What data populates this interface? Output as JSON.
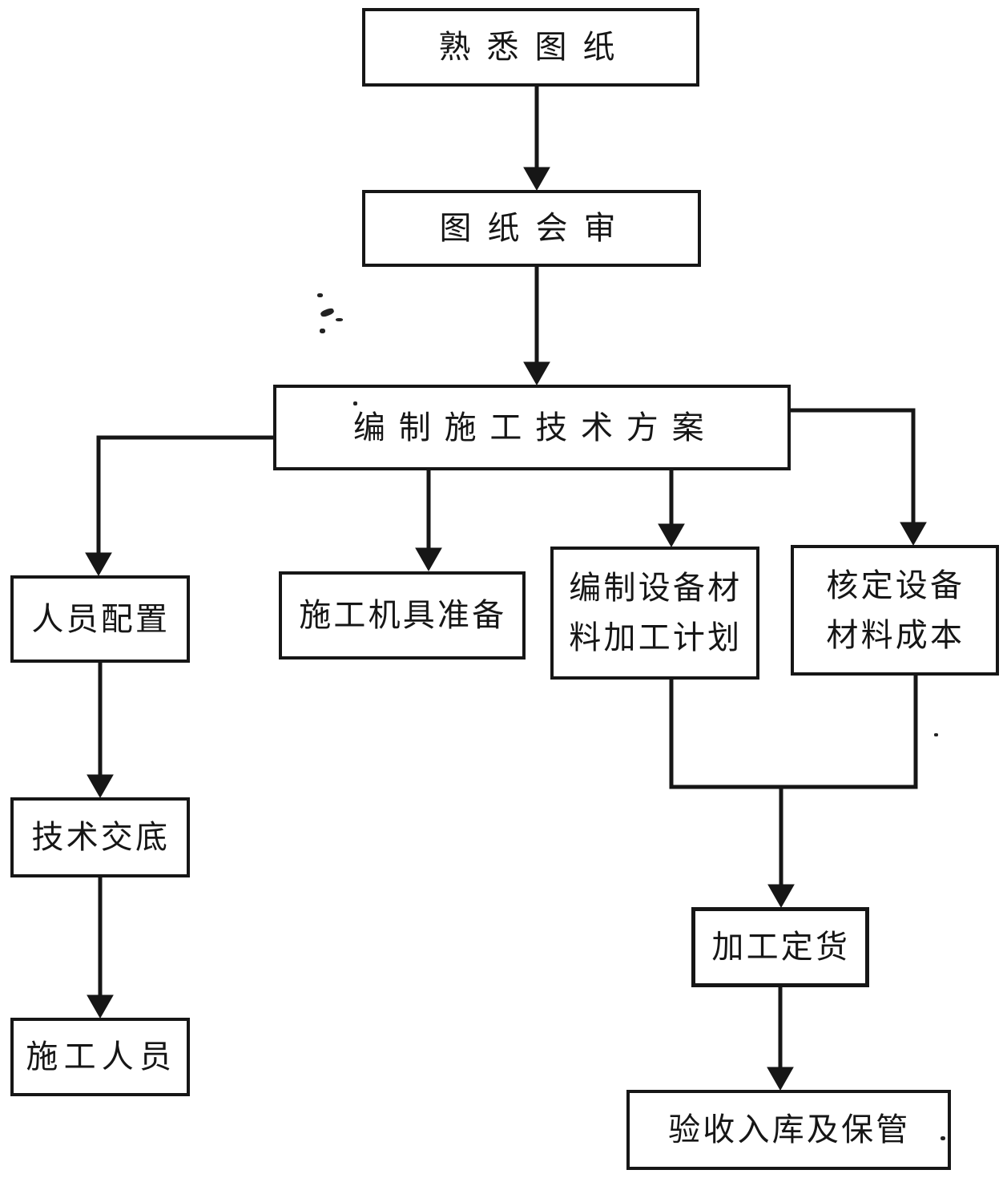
{
  "diagram": {
    "type": "flowchart",
    "background": "#ffffff",
    "line_color": "#161616",
    "box_fill": "#ffffff",
    "nodes": [
      {
        "id": "familiarize-drawings",
        "label": "熟悉图纸"
      },
      {
        "id": "drawing-review",
        "label": "图纸会审"
      },
      {
        "id": "technical-plan",
        "label": "编制施工技术方案"
      },
      {
        "id": "personnel-allocation",
        "label": "人员配置"
      },
      {
        "id": "machinery-preparation",
        "label": "施工机具准备"
      },
      {
        "id": "equipment-processing-plan",
        "label": "编制设备材料加工计划"
      },
      {
        "id": "equipment-cost-verification",
        "label": "核定设备材料成本"
      },
      {
        "id": "technical-disclosure",
        "label": "技术交底"
      },
      {
        "id": "construction-personnel",
        "label": "施工人员"
      },
      {
        "id": "processing-order",
        "label": "加工定货"
      },
      {
        "id": "acceptance-storage",
        "label": "验收入库及保管"
      }
    ],
    "edges": [
      {
        "from": "familiarize-drawings",
        "to": "drawing-review"
      },
      {
        "from": "drawing-review",
        "to": "technical-plan"
      },
      {
        "from": "technical-plan",
        "to": "personnel-allocation"
      },
      {
        "from": "technical-plan",
        "to": "machinery-preparation"
      },
      {
        "from": "technical-plan",
        "to": "equipment-processing-plan"
      },
      {
        "from": "technical-plan",
        "to": "equipment-cost-verification"
      },
      {
        "from": "personnel-allocation",
        "to": "technical-disclosure"
      },
      {
        "from": "technical-disclosure",
        "to": "construction-personnel"
      },
      {
        "from": "equipment-processing-plan",
        "to": "processing-order"
      },
      {
        "from": "equipment-cost-verification",
        "to": "processing-order"
      },
      {
        "from": "processing-order",
        "to": "acceptance-storage"
      }
    ]
  }
}
